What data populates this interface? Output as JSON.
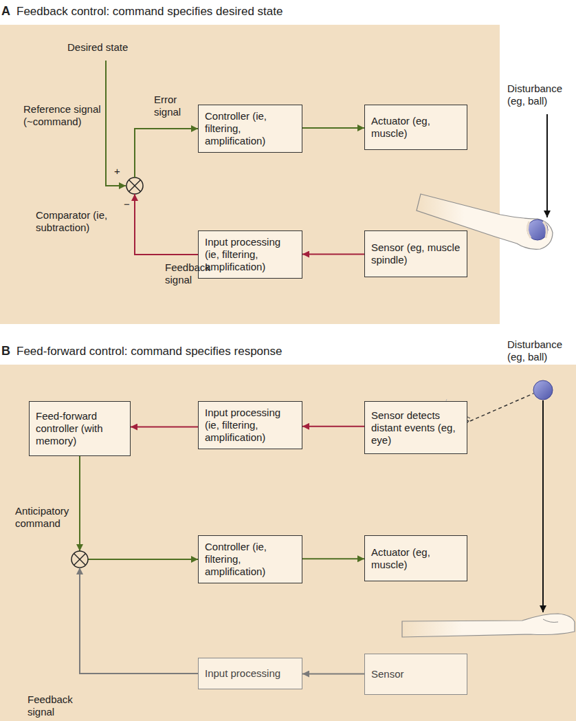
{
  "diagram": {
    "nodes": [
      {
        "text": [
          "A",
          "Feedback control: command specifies desired state"
        ]
      },
      {
        "text": [
          "Controller (ie, filtering, amplification)"
        ],
        "in": 0
      },
      {
        "text": [
          "Actuator (eg, muscle)"
        ],
        "in": 0
      },
      {
        "text": [
          "Input processing (ie, filtering, amplification)"
        ],
        "in": 0
      },
      {
        "text": [
          "Sensor (eg, muscle spindle)"
        ],
        "in": 0
      },
      {
        "text": [
          "B",
          "Feed-forward control: command specifies response"
        ]
      },
      {
        "text": [
          "Feed-forward controller (with memory)"
        ],
        "in": 5
      },
      {
        "text": [
          "Input processing (ie, filtering, amplification)"
        ],
        "in": 5
      },
      {
        "text": [
          "Sensor detects distant events (eg, eye)"
        ],
        "in": 5
      },
      {
        "text": [
          "Controller (ie, filtering, amplification)"
        ],
        "in": 5
      },
      {
        "text": [
          "Actuator (eg, muscle)"
        ],
        "in": 5
      },
      {
        "text": [
          "Input processing"
        ],
        "in": 5
      },
      {
        "text": [
          "Sensor"
        ],
        "in": 5
      }
    ],
    "edges": [
      {
        "from": 1,
        "to": 2,
        "arrow": "to"
      },
      {
        "from": 4,
        "to": 3,
        "arrow": "to"
      },
      {
        "from": 3,
        "to": 1,
        "arrow": "to"
      },
      {
        "from": 8,
        "to": 7,
        "arrow": "to"
      },
      {
        "from": 7,
        "to": 6,
        "arrow": "to"
      },
      {
        "from": 6,
        "to": 9,
        "arrow": "to"
      },
      {
        "from": 12,
        "to": 11,
        "arrow": "to"
      },
      {
        "from": 11,
        "to": 9,
        "arrow": "to"
      },
      {
        "from": 9,
        "to": 10,
        "arrow": "to"
      }
    ],
    "labels": [
      "Desired state",
      "Reference signal (~command)",
      "Error signal",
      "+",
      "−",
      "Comparator (ie, subtraction)",
      "Feedback signal",
      "Disturbance (eg, ball)",
      "Disturbance (eg, ball)",
      "Anticipatory command",
      "Feedback signal"
    ]
  }
}
